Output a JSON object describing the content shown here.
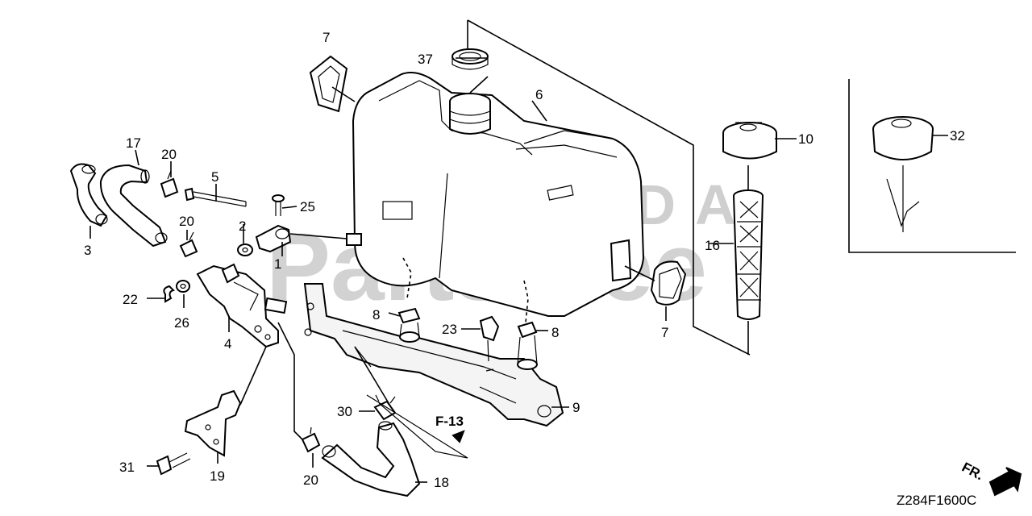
{
  "callouts": {
    "c1": "1",
    "c2": "2",
    "c3": "3",
    "c4": "4",
    "c5": "5",
    "c6": "6",
    "c7a": "7",
    "c7b": "7",
    "c8a": "8",
    "c8b": "8",
    "c9": "9",
    "c10": "10",
    "c16": "16",
    "c17": "17",
    "c18": "18",
    "c19": "19",
    "c20a": "20",
    "c20b": "20",
    "c20c": "20",
    "c22": "22",
    "c23": "23",
    "c25": "25",
    "c26": "26",
    "c30": "30",
    "c31": "31",
    "c32": "32",
    "c37": "37"
  },
  "reference": "F-13",
  "front_marker": "FR.",
  "diagram_code": "Z284F1600C",
  "watermark": {
    "brand": "HONDA",
    "site": "PartsTree"
  },
  "colors": {
    "line": "#000000",
    "watermark": "#d2d2d2"
  }
}
